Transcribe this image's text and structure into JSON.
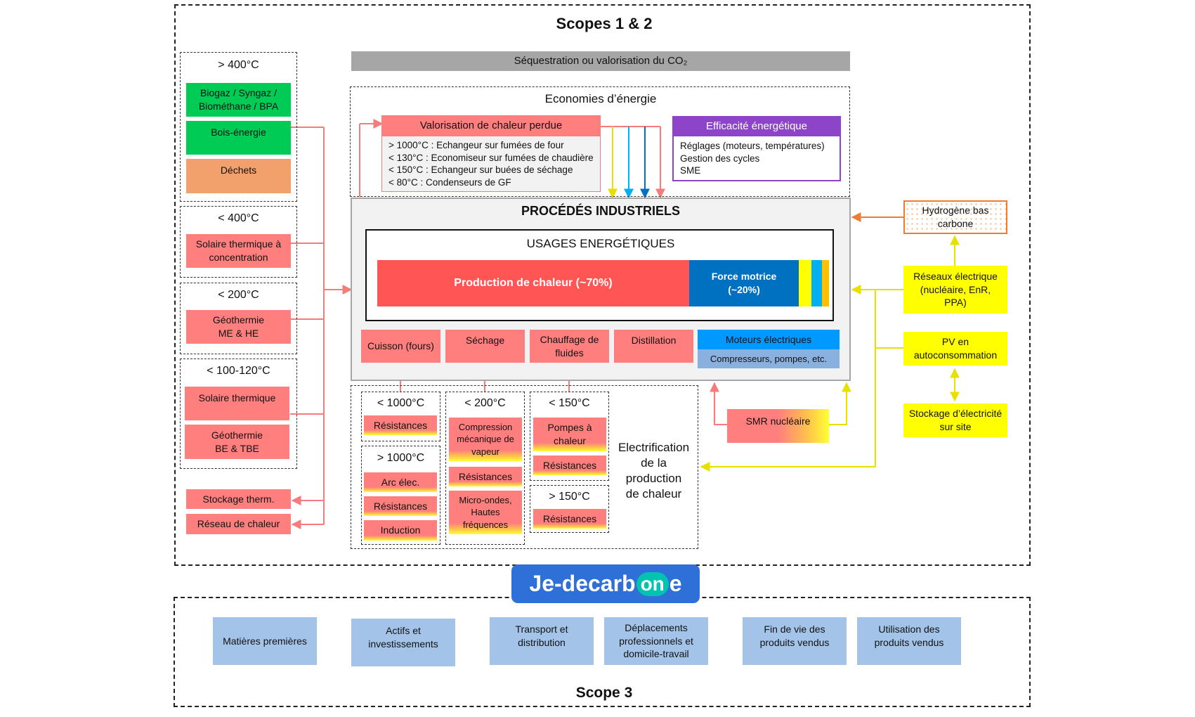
{
  "titles": {
    "scopes12": "Scopes 1 & 2",
    "scope3": "Scope 3"
  },
  "sequestration": "Séquestration ou valorisation du CO₂",
  "economies": {
    "title": "Economies d’énergie",
    "valorisation": {
      "header": "Valorisation de chaleur perdue",
      "lines": [
        "> 1000°C : Echangeur sur fumées de four",
        "< 130°C : Economiseur sur fumées de chaudière",
        "< 150°C : Echangeur sur buées de séchage",
        "< 80°C : Condenseurs de GF"
      ]
    },
    "efficacite": {
      "header": "Efficacité énergétique",
      "lines": [
        "Réglages (moteurs, températures)",
        "Gestion des cycles",
        "SME"
      ]
    }
  },
  "procedes": {
    "title": "PROCÉDÉS INDUSTRIELS",
    "usages_title": "USAGES ENERGÉTIQUES",
    "bar": [
      {
        "label": "Production de chaleur (~70%)",
        "share": 70,
        "color": "#ff5555"
      },
      {
        "label": "Force motrice (~20%)",
        "share": 20,
        "color": "#0070c0"
      }
    ],
    "bar_small_colors": [
      "#ffff00",
      "#00b0f0",
      "#ffc000"
    ],
    "processes": [
      "Cuisson (fours)",
      "Séchage",
      "Chauffage de fluides",
      "Distillation"
    ],
    "moteurs": {
      "header": "Moteurs électriques",
      "sub": "Compresseurs, pompes, etc."
    }
  },
  "left": {
    "g400plus": {
      "title": "> 400°C",
      "items": [
        "Biogaz / Syngaz / Biométhane / BPA",
        "Bois-énergie",
        "Déchets"
      ]
    },
    "g400": {
      "title": "< 400°C",
      "items": [
        "Solaire thermique à concentration"
      ]
    },
    "g200": {
      "title": "< 200°C",
      "items": [
        "Géothermie ME & HE"
      ]
    },
    "g100": {
      "title": "< 100-120°C",
      "items": [
        "Solaire thermique",
        "Géothermie BE & TBE"
      ]
    },
    "stockage": "Stockage therm.",
    "reseau": "Réseau de chaleur"
  },
  "elec": {
    "c1": {
      "t1": "< 1000°C",
      "i1": [
        "Résistances"
      ],
      "t2": "> 1000°C",
      "i2": [
        "Arc élec.",
        "Résistances",
        "Induction"
      ]
    },
    "c2": {
      "t": "< 200°C",
      "items": [
        "Compression mécanique de vapeur",
        "Résistances",
        "Micro-ondes, Hautes fréquences"
      ]
    },
    "c3": {
      "t1": "< 150°C",
      "i1": [
        "Pompes à chaleur",
        "Résistances"
      ],
      "t2": "> 150°C",
      "i2": [
        "Résistances"
      ]
    },
    "label": "Electrification de la production de chaleur"
  },
  "right": {
    "hydrogene": "Hydrogène bas carbone",
    "reseaux": "Réseaux électrique (nucléaire, EnR, PPA)",
    "pv": "PV en autoconsommation",
    "stockage": "Stockage d’électricité sur site",
    "smr": "SMR nucléaire"
  },
  "logo": {
    "left": "Je-decarb",
    "mid": "on",
    "right": "e"
  },
  "scope3_items": [
    "Matières premières",
    "Actifs et investissements",
    "Transport et distribution",
    "Déplacements professionnels et domicile-travail",
    "Fin de vie des produits vendus",
    "Utilisation des produits vendus"
  ],
  "colors": {
    "red": "#ff7f7f",
    "green": "#00cc55",
    "orange_box": "#f2a16c",
    "purple": "#8e44c9",
    "blue_light": "#a3c4e8",
    "blue_dark": "#0070c0",
    "yellow": "#ffff00",
    "logo_blue": "#2e6fd8",
    "logo_teal": "#00c4b0"
  }
}
